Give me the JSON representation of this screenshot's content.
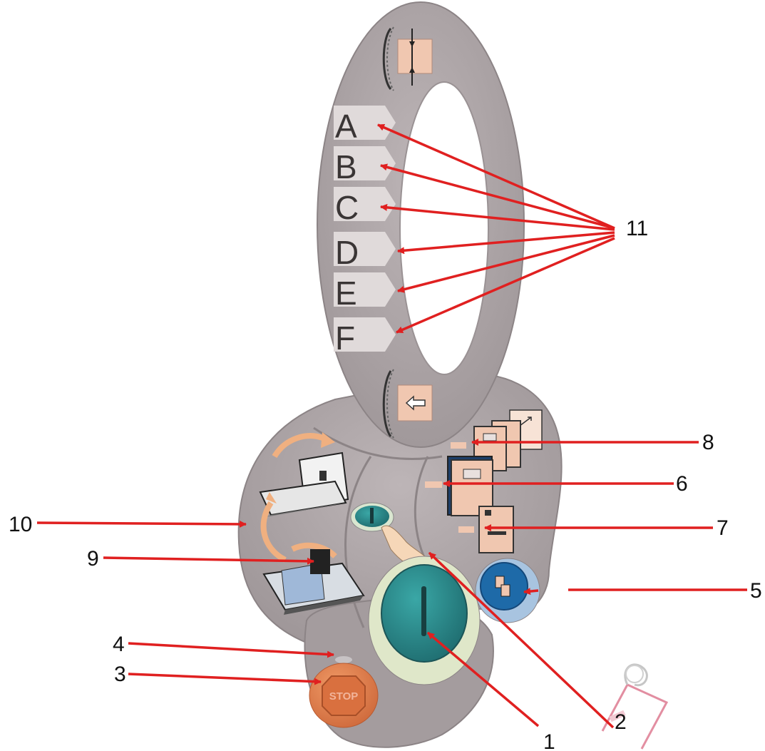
{
  "panel_letters": [
    "A",
    "B",
    "C",
    "D",
    "E",
    "F"
  ],
  "callouts": {
    "c1": "1",
    "c2": "2",
    "c3": "3",
    "c4": "4",
    "c5": "5",
    "c6": "6",
    "c7": "7",
    "c8": "8",
    "c9": "9",
    "c10": "10",
    "c11": "11"
  },
  "stop_label": "STOP",
  "colors": {
    "panel": "#aea6a8",
    "panel_dark": "#8f8789",
    "ring_hole": "#ffffff",
    "tab": "#e0dada",
    "card": "#f0c7b0",
    "teal": "#2e8d8f",
    "blue": "#1e6aa8",
    "stop": "#e0804f",
    "arrow": "#e02020"
  }
}
